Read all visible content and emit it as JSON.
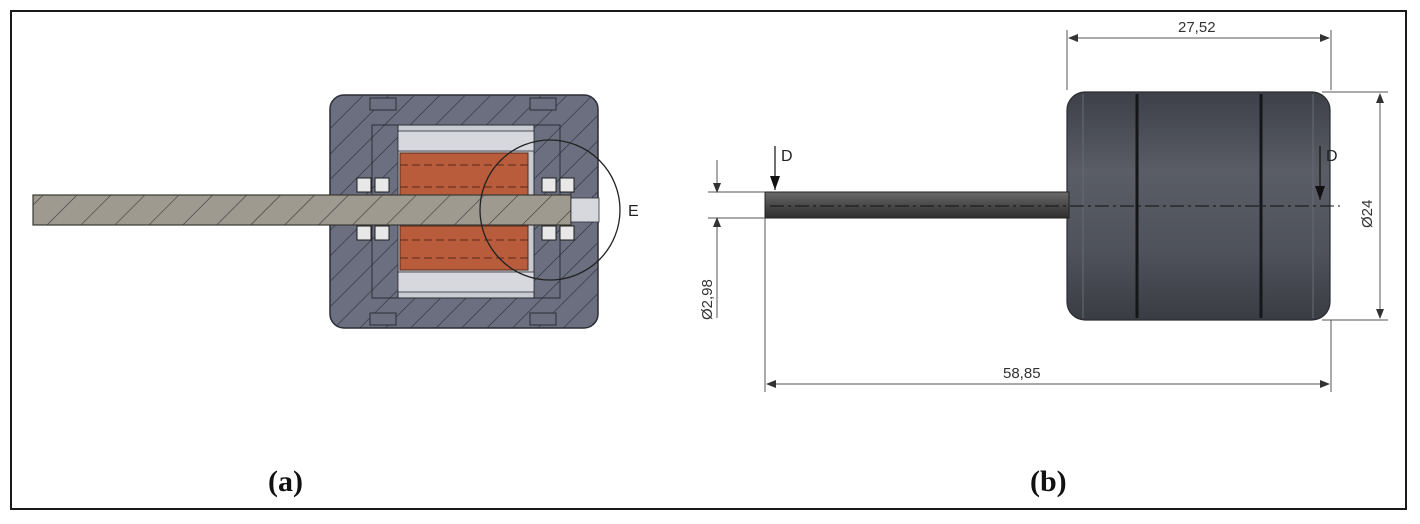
{
  "captions": {
    "a": "(a)",
    "b": "(b)"
  },
  "view_a": {
    "detail_label": "E"
  },
  "view_b": {
    "section_label_left": "D",
    "section_label_right": "D",
    "dim_body_length": "27,52",
    "dim_body_diameter": "Ø24",
    "dim_shaft_diameter": "Ø2,98",
    "dim_total_length": "58,85"
  },
  "colors": {
    "housing": "#6b6f80",
    "shaft": "#9e9a90",
    "coil": "#b85c3c",
    "body_dark": "#4d5058",
    "frame": "#1a1a1a"
  }
}
